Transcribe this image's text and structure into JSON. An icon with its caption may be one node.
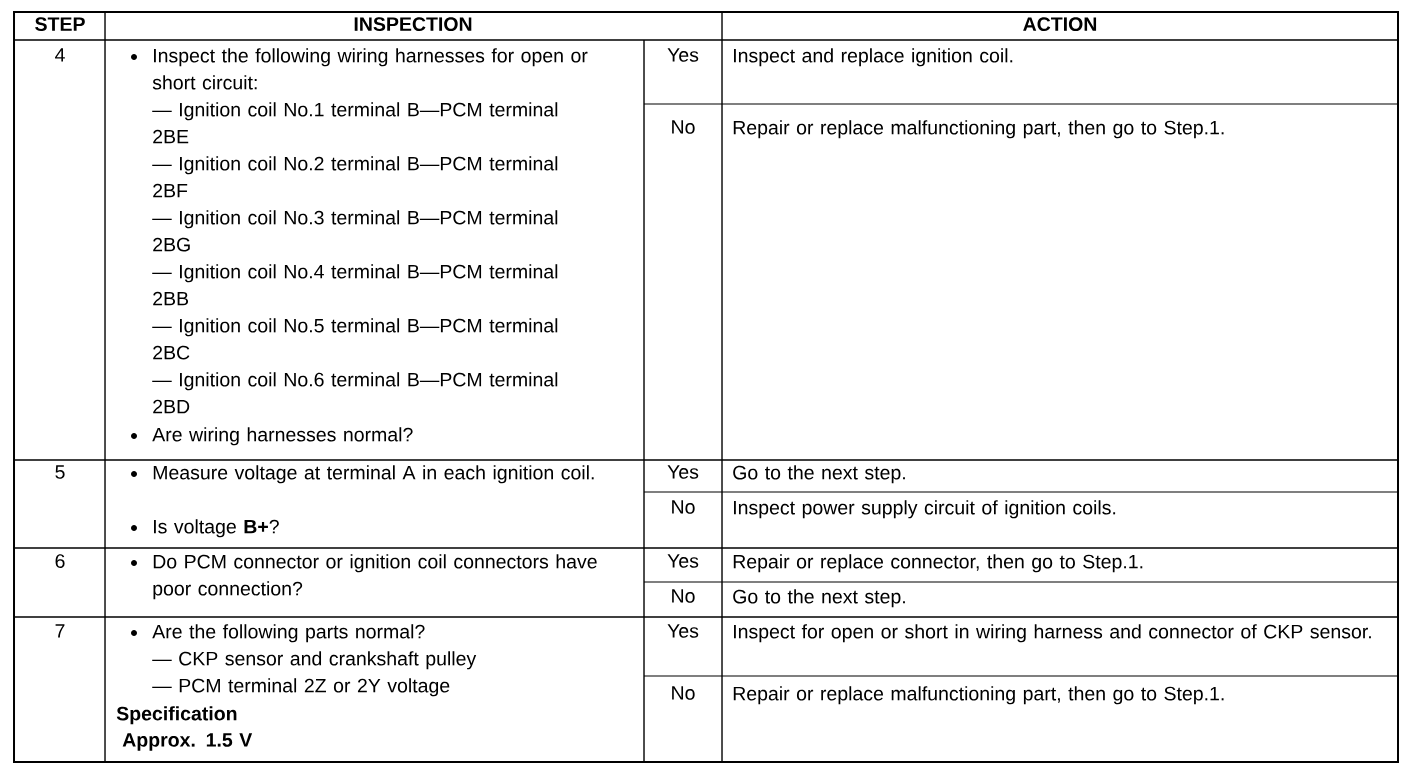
{
  "diagram": {
    "labels": [
      "STEP",
      "INSPECTION",
      "ACTION",
      "4",
      "Inspect the following wiring harnesses for open or short circuit:",
      "— Ignition coil No.1 terminal B—PCM terminal 2BE",
      "— Ignition coil No.2 terminal B—PCM terminal 2BF",
      "— Ignition coil No.3 terminal B—PCM terminal 2BG",
      "— Ignition coil No.4 terminal B—PCM terminal 2BB",
      "— Ignition coil No.5 terminal B—PCM terminal 2BC",
      "— Ignition coil No.6 terminal B—PCM terminal 2BD",
      "Are wiring harnesses normal?",
      "Yes",
      "Inspect and replace ignition coil.",
      "No",
      "Repair or replace malfunctioning part, then go to Step.1.",
      "5",
      "Measure voltage at terminal A in each ignition coil.",
      "Is voltage **B+**?",
      "Yes",
      "Go to the next step.",
      "No",
      "Inspect power supply circuit of ignition coils.",
      "6",
      "Do PCM connector or ignition coil connectors have poor connection?",
      "Yes",
      "Repair or replace connector, then go to Step.1.",
      "No",
      "Go to the next step.",
      "7",
      "Are the following parts normal?",
      "— CKP sensor and crankshaft pulley",
      "— PCM terminal 2Z or 2Y voltage",
      "Specification",
      "Approx. 1.5 V",
      "Yes",
      "Inspect for open or short in wiring harness and connector of CKP sensor.",
      "No",
      "Repair or replace malfunctioning part, then go to Step.1."
    ]
  }
}
